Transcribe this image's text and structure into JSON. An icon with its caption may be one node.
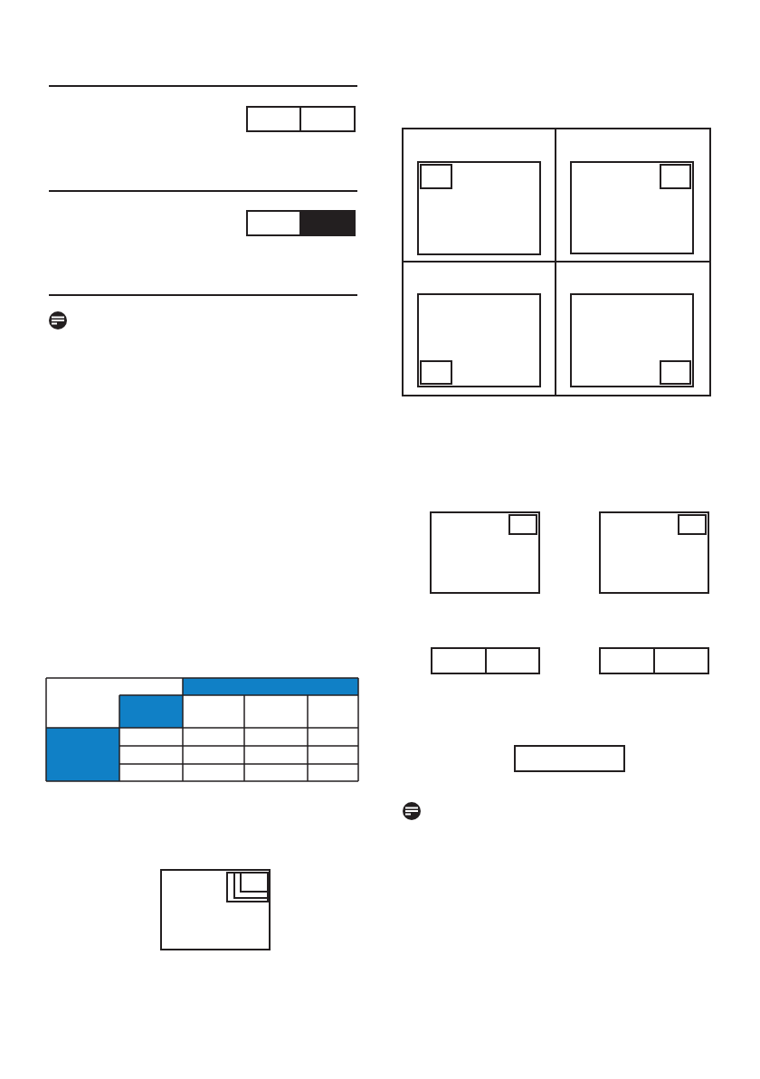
{
  "diagram": {
    "nodes": [
      {
        "text": [],
        "shape": "box"
      },
      {
        "text": [],
        "shape": "box"
      },
      {
        "text": [],
        "shape": "box"
      },
      {
        "text": [],
        "shape": "box"
      },
      {
        "text": [],
        "shape": "box"
      },
      {
        "text": [],
        "shape": "box",
        "in": 4
      },
      {
        "text": [],
        "shape": "box",
        "in": 5
      },
      {
        "text": [],
        "shape": "box",
        "in": 6
      },
      {
        "text": [],
        "shape": "box"
      },
      {
        "text": [],
        "shape": "box",
        "in": 8
      },
      {
        "text": [],
        "shape": "box",
        "in": 9
      },
      {
        "text": [],
        "shape": "box",
        "in": 8
      },
      {
        "text": [],
        "shape": "box",
        "in": 11
      },
      {
        "text": [],
        "shape": "box",
        "in": 8
      },
      {
        "text": [],
        "shape": "box",
        "in": 13
      },
      {
        "text": [],
        "shape": "box",
        "in": 8
      },
      {
        "text": [],
        "shape": "box",
        "in": 15
      },
      {
        "text": [],
        "shape": "box"
      },
      {
        "text": [],
        "shape": "box",
        "in": 17
      },
      {
        "text": [],
        "shape": "box"
      },
      {
        "text": [],
        "shape": "box",
        "in": 19
      },
      {
        "text": [],
        "shape": "box"
      },
      {
        "text": [],
        "shape": "box"
      },
      {
        "text": [],
        "shape": "box"
      },
      {
        "text": [],
        "shape": "box"
      },
      {
        "text": [],
        "shape": "box"
      }
    ]
  }
}
